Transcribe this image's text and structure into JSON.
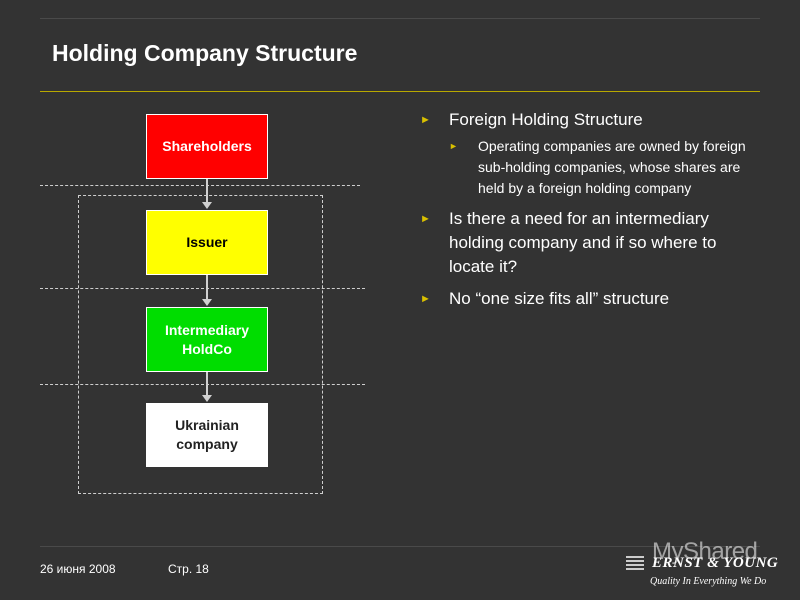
{
  "slide": {
    "title": "Holding Company Structure",
    "colors": {
      "background": "#333333",
      "accent": "#d9c000",
      "title_rule": "#b8a800"
    }
  },
  "diagram": {
    "nodes": [
      {
        "id": "shareholders",
        "label": "Shareholders",
        "color": "#ff0000"
      },
      {
        "id": "issuer",
        "label": "Issuer",
        "color": "#ffff00"
      },
      {
        "id": "holdco",
        "label": "Intermediary HoldCo",
        "color": "#00dd00"
      },
      {
        "id": "ukrainian",
        "label": "Ukrainian company",
        "color": "#ffffff"
      }
    ],
    "edges": [
      {
        "from": "shareholders",
        "to": "issuer"
      },
      {
        "from": "issuer",
        "to": "holdco"
      },
      {
        "from": "holdco",
        "to": "ukrainian"
      }
    ]
  },
  "bullets": {
    "b1": "Foreign Holding Structure",
    "b1_sub": "Operating companies are owned by foreign sub-holding companies, whose shares are held by a foreign holding company",
    "b2": "Is there a need for an intermediary holding company and if so where to locate it?",
    "b3": "No “one size fits all” structure",
    "marker_icon": "triangle-right-icon"
  },
  "footer": {
    "date": "26 июня 2008",
    "page": "Стр. 18",
    "logo_name": "ERNST & YOUNG",
    "logo_tagline": "Quality In Everything We Do",
    "watermark": "MyShared"
  }
}
